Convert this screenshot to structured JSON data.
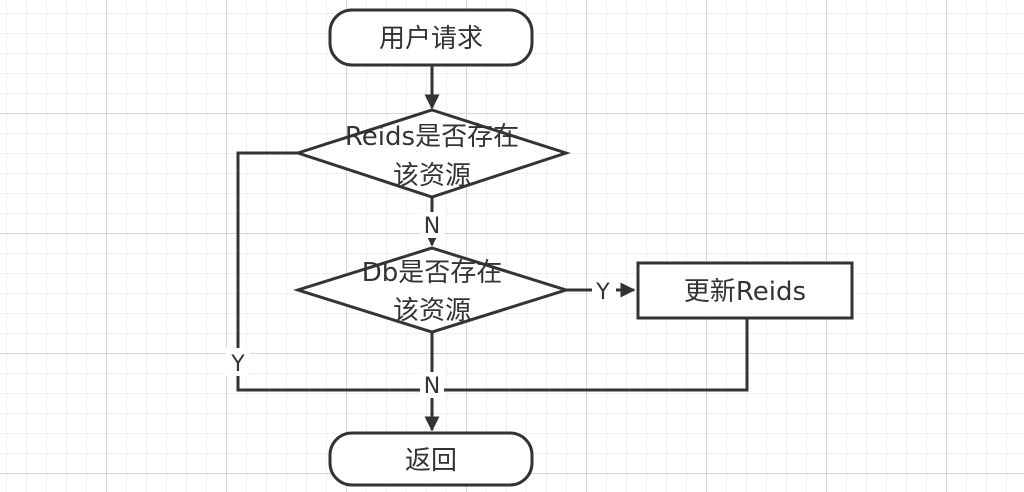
{
  "nodes": {
    "start": "用户请求",
    "redis_check": [
      "Reids是否存在",
      "该资源"
    ],
    "db_check": [
      "Db是否存在",
      "该资源"
    ],
    "update": "更新Reids",
    "end": "返回"
  },
  "edge_labels": {
    "redis_no": "N",
    "redis_yes": "Y",
    "db_yes": "Y",
    "db_no": "N"
  },
  "colors": {
    "stroke": "#333333",
    "fill": "#ffffff",
    "text": "#333333"
  }
}
